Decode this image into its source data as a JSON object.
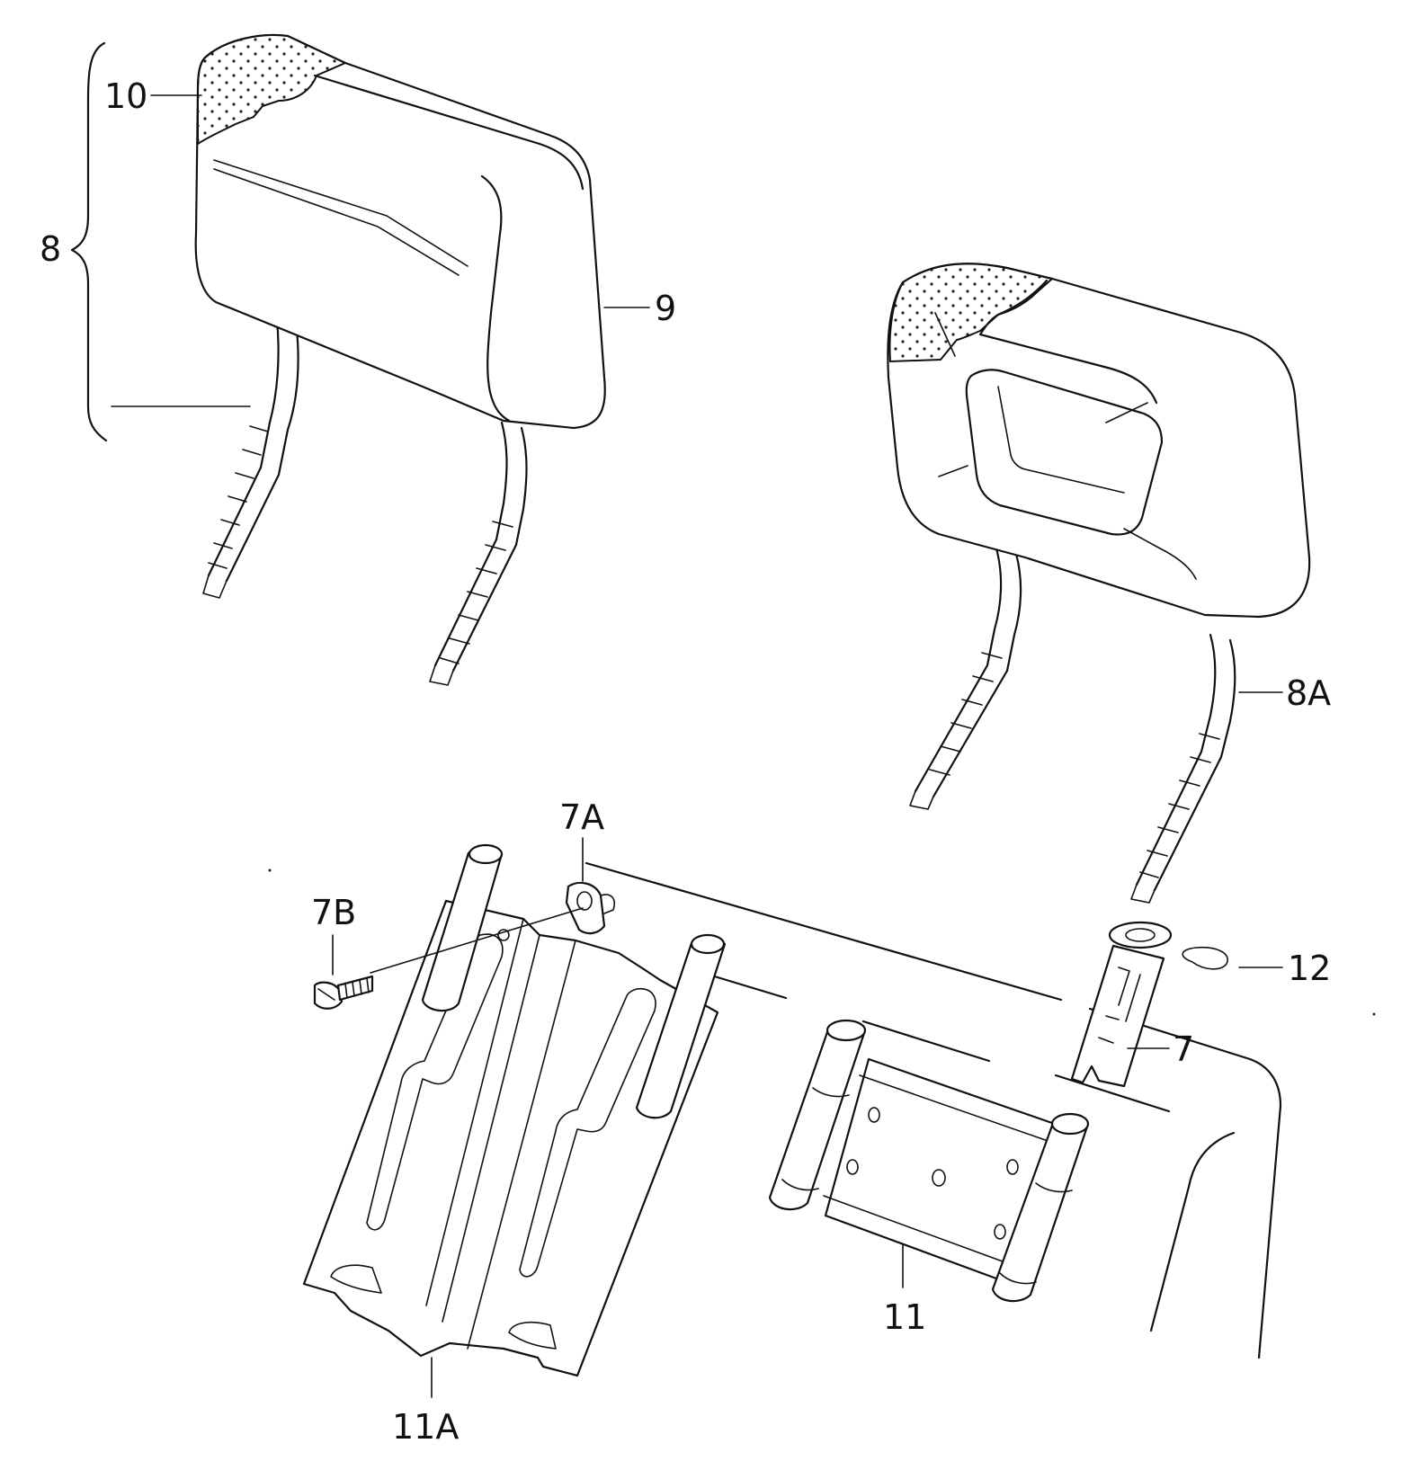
{
  "labels": {
    "p10": "10",
    "p8": "8",
    "p9": "9",
    "p8A": "8A",
    "p7A": "7A",
    "p7B": "7B",
    "p12": "12",
    "p7": "7",
    "p11": "11",
    "p11A": "11A"
  }
}
